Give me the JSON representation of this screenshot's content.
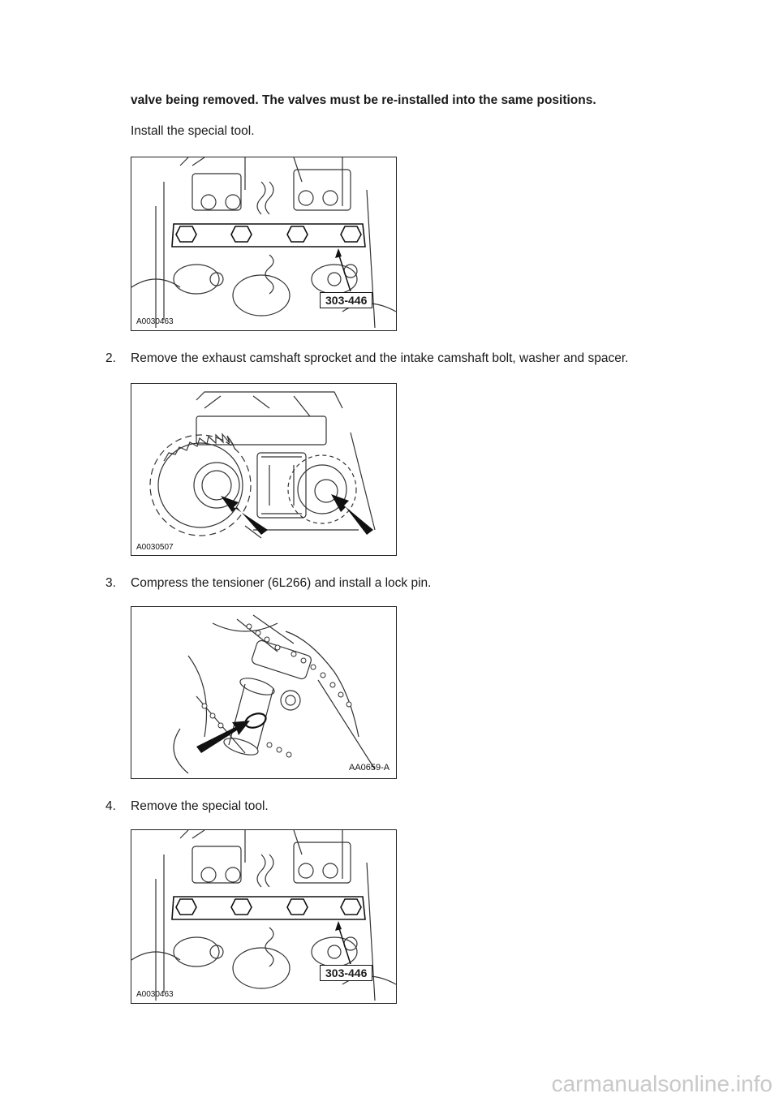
{
  "warning_continuation": "valve being removed. The valves must be re-installed into the same positions.",
  "step1_text": "Install the special tool.",
  "figures": {
    "fig1": {
      "id": "A0030463",
      "callout": "303-446"
    },
    "fig2": {
      "id": "A0030507"
    },
    "fig3": {
      "id": "AA0659-A"
    },
    "fig4": {
      "id": "A0030463",
      "callout": "303-446"
    }
  },
  "steps": [
    {
      "number": "2.",
      "text": "Remove the exhaust camshaft sprocket and the intake camshaft bolt, washer and spacer."
    },
    {
      "number": "3.",
      "text": "Compress the tensioner (6L266) and install a lock pin."
    },
    {
      "number": "4.",
      "text": "Remove the special tool."
    }
  ],
  "footer": "carmanualsonline.info"
}
